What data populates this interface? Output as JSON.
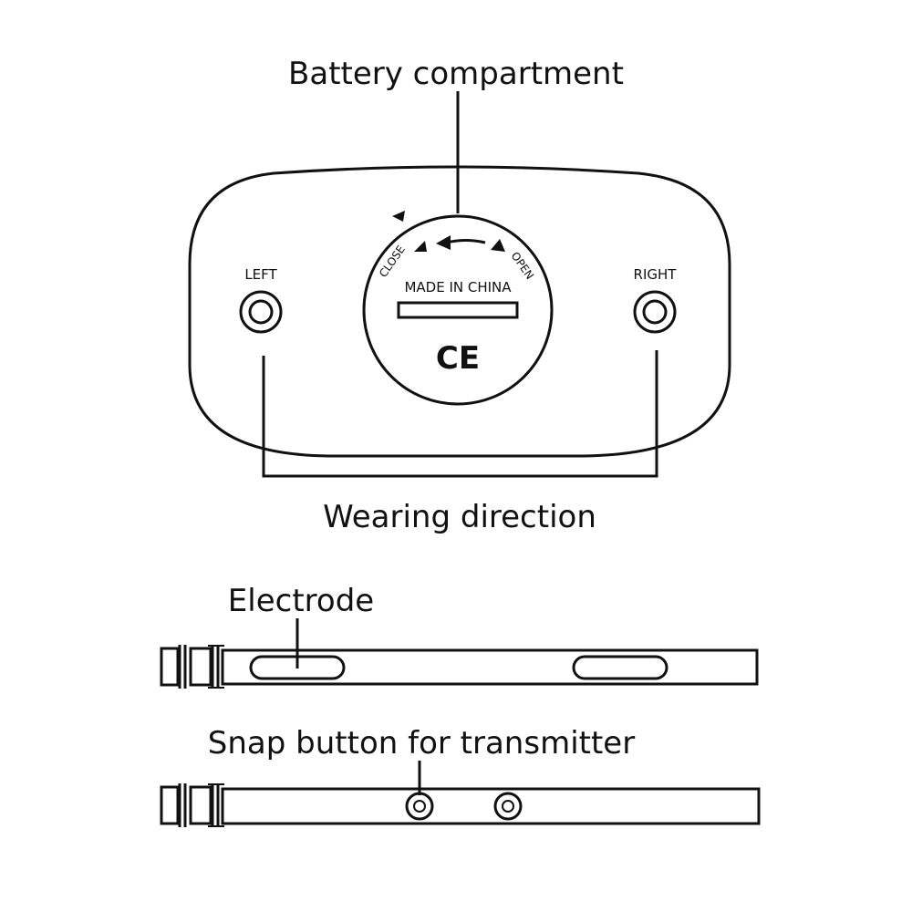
{
  "callouts": {
    "battery_compartment": "Battery compartment",
    "wearing_direction": "Wearing direction",
    "electrode": "Electrode",
    "snap_button": "Snap button for transmitter"
  },
  "transmitter": {
    "left_label": "LEFT",
    "right_label": "RIGHT",
    "close_label": "CLOSE",
    "open_label": "OPEN",
    "made_in": "MADE IN CHINA",
    "ce_mark": "CE"
  },
  "icons": {
    "rotation_arrow": "arrow-left-icon",
    "direction_triangles": "triangle-icon",
    "left_contact": "ring-contact-icon",
    "right_contact": "ring-contact-icon"
  },
  "colors": {
    "ink": "#111111",
    "background": "#ffffff"
  }
}
